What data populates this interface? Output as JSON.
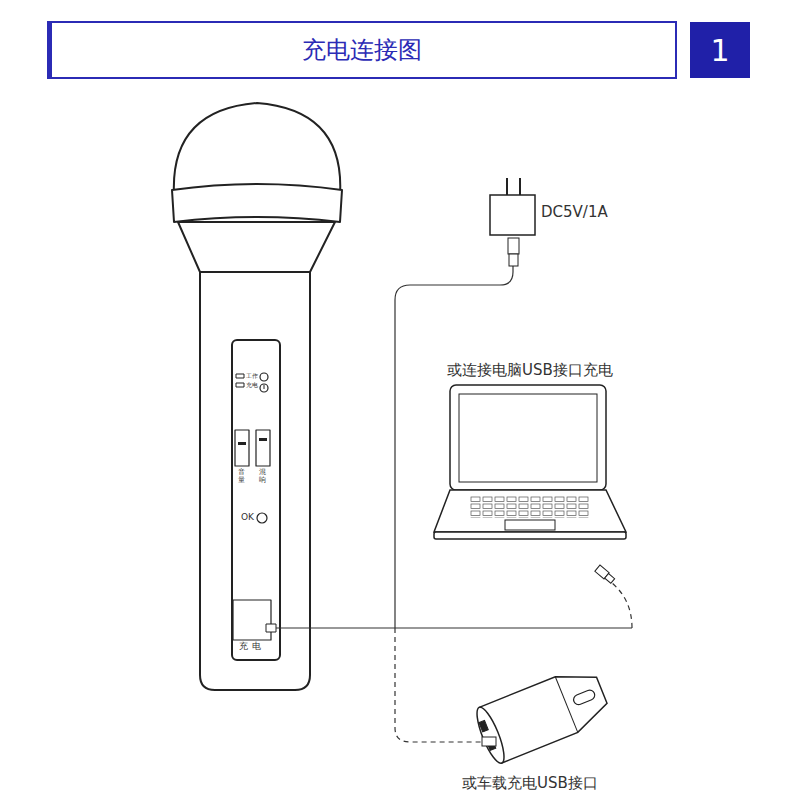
{
  "diagram": {
    "title": "充电连接图",
    "nodes": [
      {
        "text": [
          "1"
        ]
      }
    ],
    "labels": [
      "DC5V/1A",
      "或连接电脑USB接口充电",
      "工作",
      "充电",
      "音量",
      "混响",
      "OK",
      "充电",
      "或车载充电USB接口"
    ]
  }
}
